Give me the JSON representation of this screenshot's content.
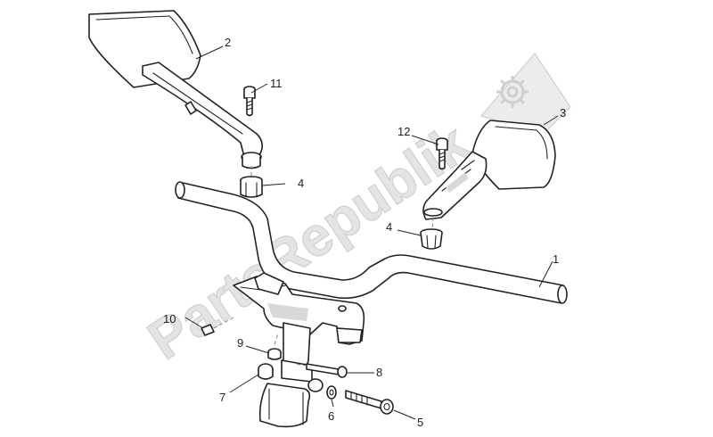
{
  "watermark": {
    "text": "PartsRepublik"
  },
  "callouts": {
    "c1": "1",
    "c2": "2",
    "c3": "3",
    "c4a": "4",
    "c4b": "4",
    "c5": "5",
    "c6": "6",
    "c7": "7",
    "c8": "8",
    "c9": "9",
    "c10": "10",
    "c11": "11",
    "c12": "12"
  }
}
